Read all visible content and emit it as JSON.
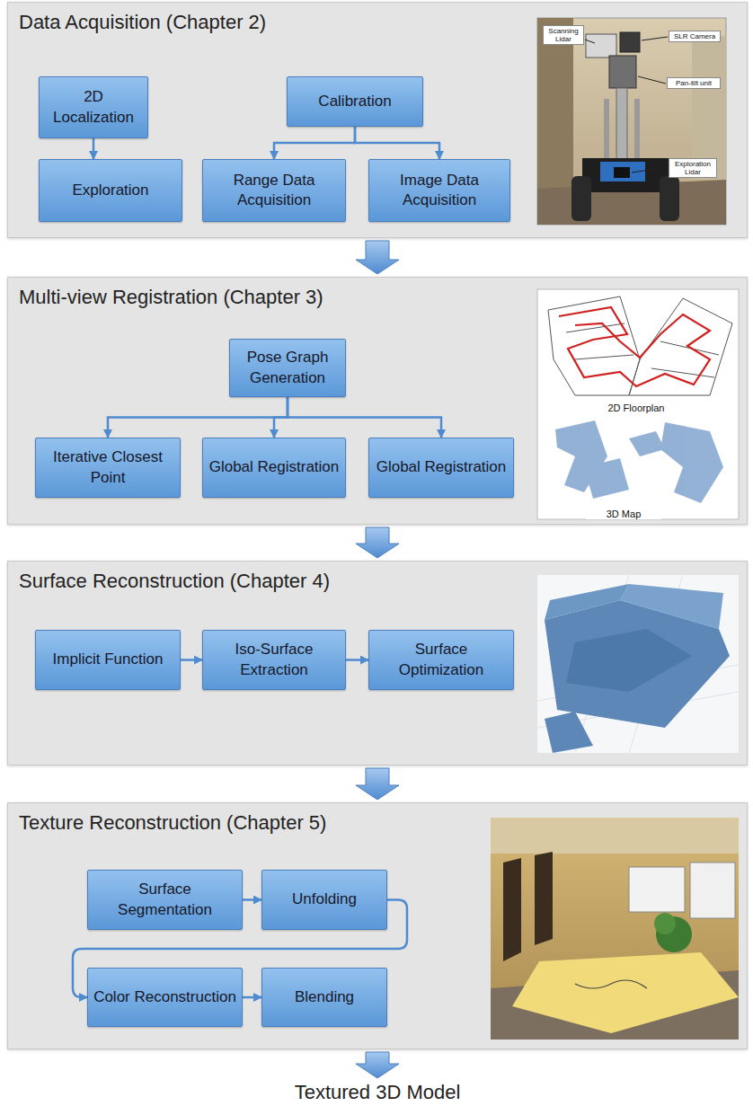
{
  "diagram": {
    "nodes": [
      {
        "text": [
          "Data Acquisition (Chapter 2)"
        ]
      },
      {
        "text": [
          "2D Localization"
        ],
        "in": 0
      },
      {
        "text": [
          "Calibration"
        ],
        "in": 0
      },
      {
        "text": [
          "Exploration"
        ],
        "in": 0
      },
      {
        "text": [
          "Range Data Acquisition"
        ],
        "in": 0
      },
      {
        "text": [
          "Image Data Acquisition"
        ],
        "in": 0
      },
      {
        "text": [
          "Multi-view Registration (Chapter 3)"
        ]
      },
      {
        "text": [
          "Pose Graph Generation"
        ],
        "in": 6
      },
      {
        "text": [
          "Iterative Closest Point"
        ],
        "in": 6
      },
      {
        "text": [
          "Global Registration"
        ],
        "in": 6
      },
      {
        "text": [
          "Global Registration"
        ],
        "in": 6
      },
      {
        "text": [
          "Surface Reconstruction (Chapter 4)"
        ]
      },
      {
        "text": [
          "Implicit Function"
        ],
        "in": 11
      },
      {
        "text": [
          "Iso-Surface Extraction"
        ],
        "in": 11
      },
      {
        "text": [
          "Surface Optimization"
        ],
        "in": 11
      },
      {
        "text": [
          "Texture Reconstruction (Chapter 5)"
        ]
      },
      {
        "text": [
          "Surface Segmentation"
        ],
        "in": 15
      },
      {
        "text": [
          "Unfolding"
        ],
        "in": 15
      },
      {
        "text": [
          "Color Reconstruction"
        ],
        "in": 15
      },
      {
        "text": [
          "Blending"
        ],
        "in": 15
      }
    ],
    "edges": [
      {
        "from": 1,
        "to": 3,
        "arrow": "to"
      },
      {
        "from": 2,
        "to": 4,
        "arrow": "to"
      },
      {
        "from": 2,
        "to": 5,
        "arrow": "to"
      },
      {
        "from": 0,
        "to": 6,
        "arrow": "to"
      },
      {
        "from": 7,
        "to": 8,
        "arrow": "to"
      },
      {
        "from": 7,
        "to": 9,
        "arrow": "to"
      },
      {
        "from": 7,
        "to": 10,
        "arrow": "to"
      },
      {
        "from": 6,
        "to": 11,
        "arrow": "to"
      },
      {
        "from": 12,
        "to": 13,
        "arrow": "to"
      },
      {
        "from": 13,
        "to": 14,
        "arrow": "to"
      },
      {
        "from": 11,
        "to": 15,
        "arrow": "to"
      },
      {
        "from": 16,
        "to": 17,
        "arrow": "to"
      },
      {
        "from": 17,
        "to": 18,
        "arrow": "to"
      },
      {
        "from": 18,
        "to": 19,
        "arrow": "to"
      }
    ],
    "labels": [
      "Scanning Lidar",
      "SLR Camera",
      "Pan-tilt unit",
      "Exploration Lidar",
      "2D Floorplan",
      "3D Map",
      "Textured 3D Model"
    ]
  }
}
